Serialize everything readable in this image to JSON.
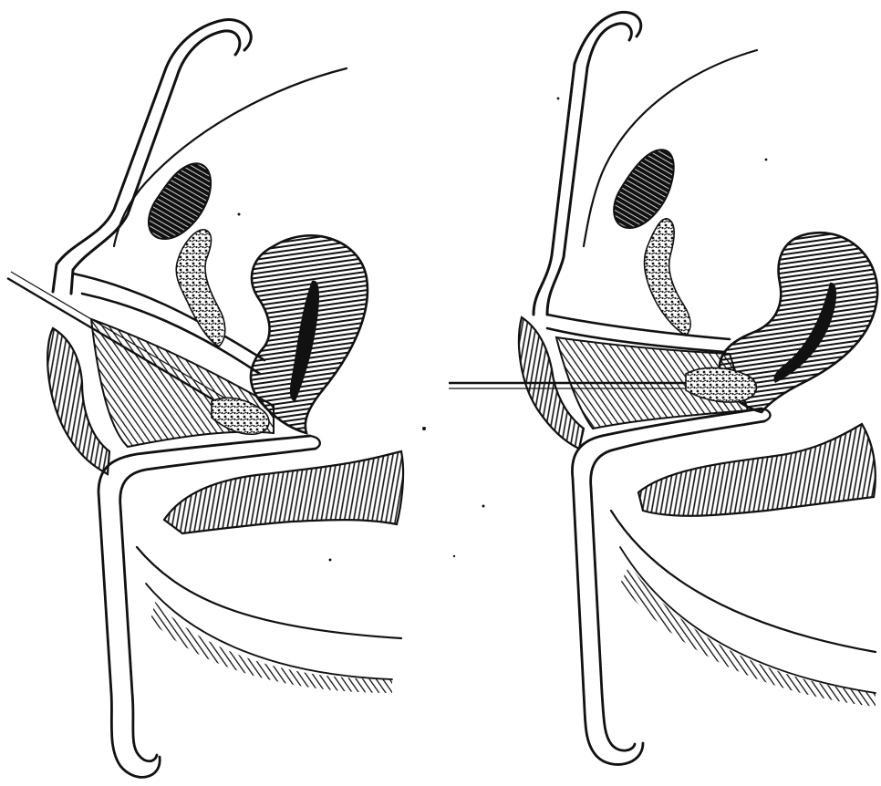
{
  "figure": {
    "panels": [
      {
        "id": "left",
        "elements": [
          "speculum",
          "uterus",
          "bladder",
          "rectum",
          "vaginal-wall",
          "needle",
          "tissue-mass"
        ]
      },
      {
        "id": "right",
        "elements": [
          "speculum",
          "uterus",
          "bladder",
          "rectum",
          "vaginal-wall",
          "needle",
          "tissue-mass"
        ]
      }
    ],
    "colors": {
      "ink": "#111111",
      "paper": "#ffffff"
    }
  }
}
